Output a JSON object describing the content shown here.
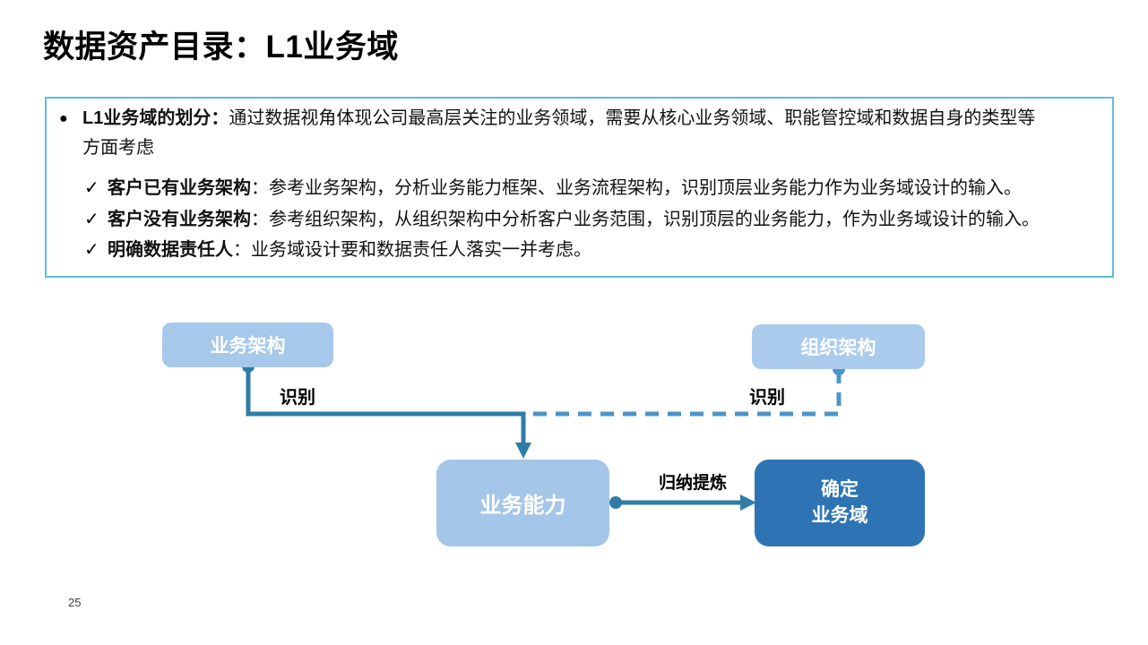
{
  "page": {
    "title": "数据资产目录：L1业务域",
    "page_number": "25"
  },
  "info_box": {
    "bullet_icon": "●",
    "check_icon": "✓",
    "main_bullet": {
      "label": "L1业务域的划分：",
      "text": "通过数据视角体现公司最高层关注的业务领域，需要从核心业务领域、职能管控域和数据自身的类型等",
      "text_cont": "方面考虑"
    },
    "sub_bullets": [
      {
        "label": "客户已有业务架构",
        "text": "：参考业务架构，分析业务能力框架、业务流程架构，识别顶层业务能力作为业务域设计的输入。"
      },
      {
        "label": "客户没有业务架构",
        "text": "：参考组织架构，从组织架构中分析客户业务范围，识别顶层的业务能力，作为业务域设计的输入。"
      },
      {
        "label": "明确数据责任人",
        "text": "：业务域设计要和数据责任人落实一并考虑。"
      }
    ]
  },
  "diagram": {
    "nodes": [
      {
        "id": "business-architecture",
        "label": "业务架构"
      },
      {
        "id": "org-architecture",
        "label": "组织架构"
      },
      {
        "id": "business-capability",
        "label": "业务能力"
      },
      {
        "id": "confirm-business-domain",
        "label_line1": "确定",
        "label_line2": "业务域"
      }
    ],
    "edge_labels": {
      "identify_left": "识别",
      "identify_right": "识别",
      "refine": "归纳提炼"
    },
    "colors": {
      "solid_connector": "#2F7DA6",
      "dashed_connector": "#4D94C8",
      "light_node": "#A6C8EA",
      "dark_node": "#2E74B5",
      "info_box_border": "#5CC1D6"
    }
  }
}
